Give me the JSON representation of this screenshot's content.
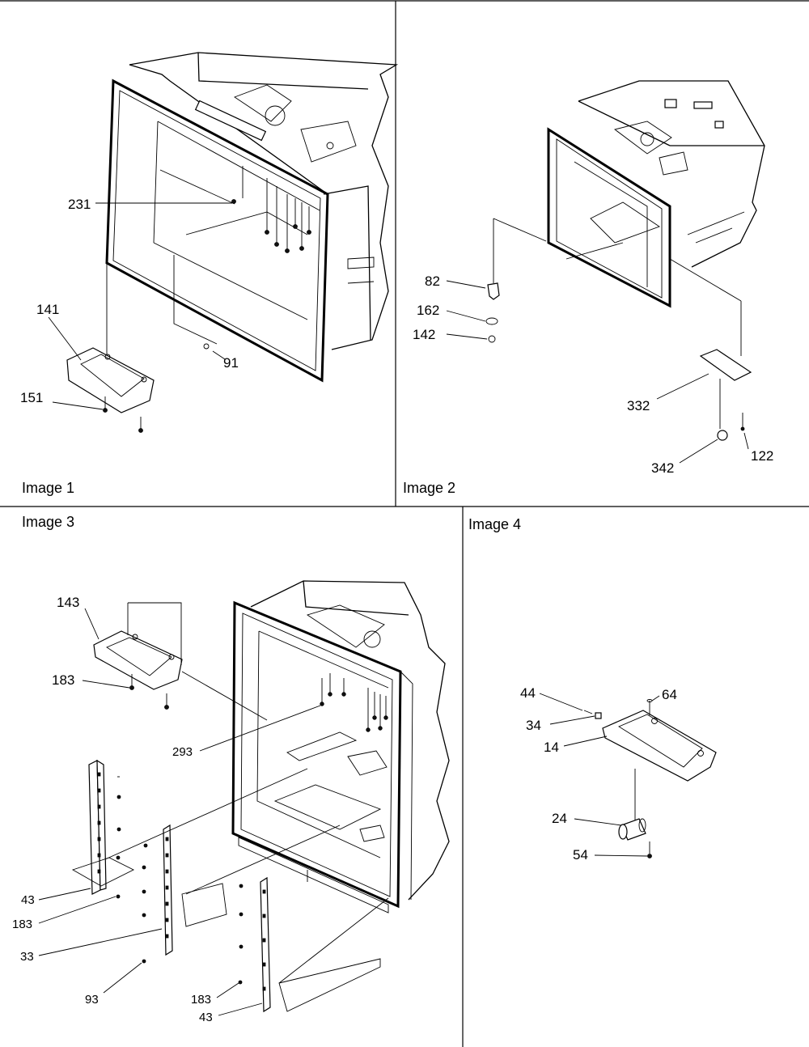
{
  "panels": [
    {
      "title": "Image 1",
      "callouts": [
        "231",
        "141",
        "151",
        "91"
      ]
    },
    {
      "title": "Image 2",
      "callouts": [
        "82",
        "162",
        "142",
        "332",
        "342",
        "122"
      ]
    },
    {
      "title": "Image 3",
      "callouts": [
        "143",
        "183",
        "293",
        "43",
        "183",
        "33",
        "93",
        "183",
        "43"
      ]
    },
    {
      "title": "Image 4",
      "callouts": [
        "44",
        "64",
        "34",
        "14",
        "24",
        "54"
      ]
    }
  ]
}
